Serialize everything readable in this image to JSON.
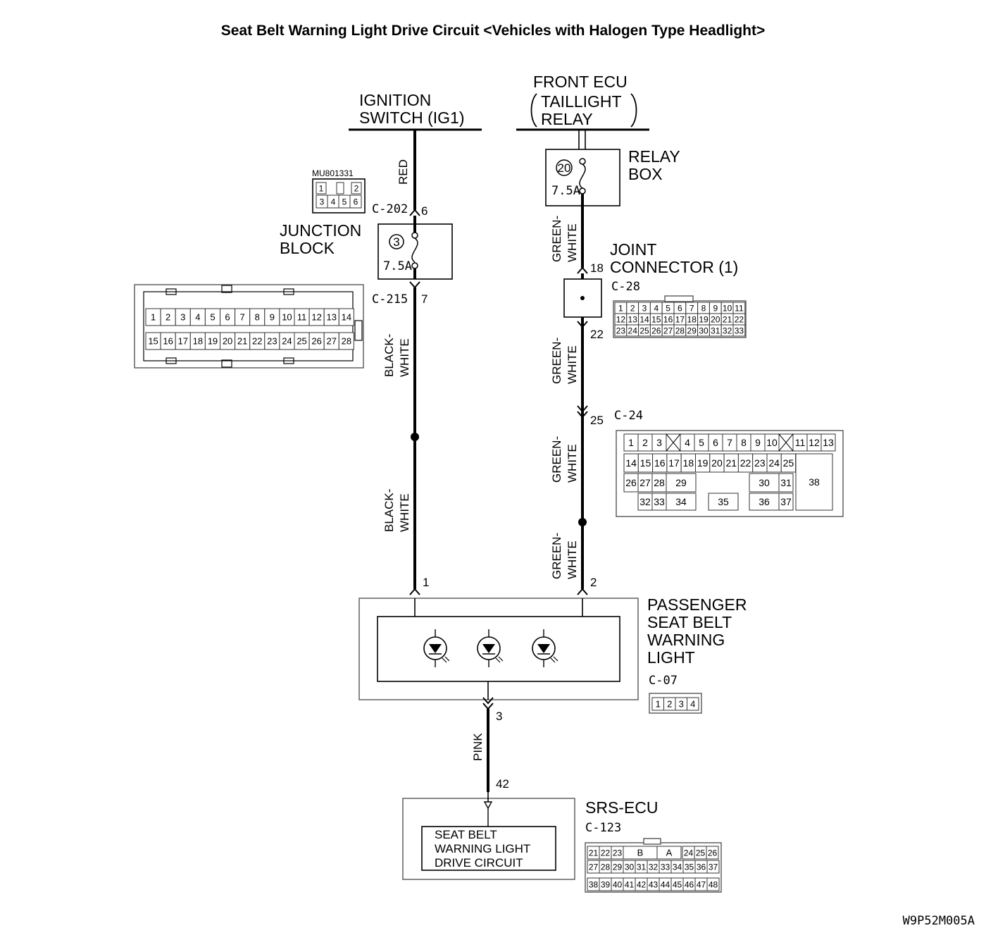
{
  "title": "Seat Belt Warning Light Drive Circuit <Vehicles with Halogen Type Headlight>",
  "footer_code": "W9P52M005A",
  "ignition_switch": {
    "line1": "IGNITION",
    "line2": "SWITCH (IG1)"
  },
  "front_ecu": {
    "line1": "FRONT ECU",
    "line2": "TAILLIGHT",
    "line3": "RELAY"
  },
  "relay_box": {
    "line1": "RELAY",
    "line2": "BOX",
    "fuse_no": "20",
    "fuse_rating": "7.5A"
  },
  "junction_block": {
    "line1": "JUNCTION",
    "line2": "BLOCK",
    "fuse_no": "3",
    "fuse_rating": "7.5A",
    "part_no": "MU801331"
  },
  "joint_connector": {
    "line1": "JOINT",
    "line2": "CONNECTOR (1)",
    "connector": "C-28"
  },
  "warning_light": {
    "line1": "PASSENGER",
    "line2": "SEAT BELT",
    "line3": "WARNING",
    "line4": "LIGHT",
    "connector": "C-07"
  },
  "srs_ecu": {
    "name": "SRS-ECU",
    "connector": "C-123",
    "circuit_line1": "SEAT BELT",
    "circuit_line2": "WARNING LIGHT",
    "circuit_line3": "DRIVE CIRCUIT"
  },
  "connectors": {
    "c202": "C-202",
    "c215": "C-215",
    "c24": "C-24"
  },
  "pins": {
    "c202_pin": "6",
    "c215_pin": "7",
    "c28_in": "18",
    "c28_out": "22",
    "c24_pin": "25",
    "light_pin1": "1",
    "light_pin2": "2",
    "light_pin3": "3",
    "ecu_pin": "42"
  },
  "wire_colors": {
    "red": "RED",
    "bw1_line1": "BLACK-",
    "bw1_line2": "WHITE",
    "bw2_line1": "BLACK-",
    "bw2_line2": "WHITE",
    "gw_line1": "GREEN-",
    "gw_line2": "WHITE",
    "pink": "PINK"
  },
  "mu_cells": [
    "1",
    "2",
    "3",
    "4",
    "5",
    "6"
  ],
  "c215_row1": [
    "1",
    "2",
    "3",
    "4",
    "5",
    "6",
    "7",
    "8",
    "9",
    "10",
    "11",
    "12",
    "13",
    "14"
  ],
  "c215_row2": [
    "15",
    "16",
    "17",
    "18",
    "19",
    "20",
    "21",
    "22",
    "23",
    "24",
    "25",
    "26",
    "27",
    "28"
  ],
  "c28_rows": [
    [
      "1",
      "2",
      "3",
      "4",
      "5",
      "6",
      "7",
      "8",
      "9",
      "10",
      "11"
    ],
    [
      "12",
      "13",
      "14",
      "15",
      "16",
      "17",
      "18",
      "19",
      "20",
      "21",
      "22"
    ],
    [
      "23",
      "24",
      "25",
      "26",
      "27",
      "28",
      "29",
      "30",
      "31",
      "32",
      "33"
    ]
  ],
  "c24_cells": {
    "r1": [
      "1",
      "2",
      "3",
      "4",
      "5",
      "6",
      "7",
      "8",
      "9",
      "10",
      "11",
      "12",
      "13"
    ],
    "r2": [
      "14",
      "15",
      "16",
      "17",
      "18",
      "19",
      "20",
      "21",
      "22",
      "23",
      "24",
      "25"
    ],
    "r3": [
      "26",
      "27",
      "28",
      "29",
      "30",
      "31",
      "38"
    ],
    "r4": [
      "32",
      "33",
      "34",
      "35",
      "36",
      "37"
    ]
  },
  "c07_cells": [
    "1",
    "2",
    "3",
    "4"
  ],
  "c123_rows": [
    [
      "21",
      "22",
      "23",
      "B",
      "A",
      "24",
      "25",
      "26"
    ],
    [
      "27",
      "28",
      "29",
      "30",
      "31",
      "32",
      "33",
      "34",
      "35",
      "36",
      "37"
    ],
    [
      "38",
      "39",
      "40",
      "41",
      "42",
      "43",
      "44",
      "45",
      "46",
      "47",
      "48"
    ]
  ]
}
